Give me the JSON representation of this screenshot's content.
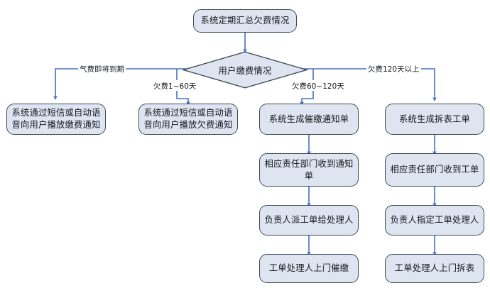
{
  "diagram": {
    "title_node": {
      "text": "系统定期汇总欠费情况"
    },
    "decision": {
      "text": "用户缴费情况"
    },
    "branch_labels": [
      {
        "id": "branch-gas-expiring",
        "text": "气费即将到期"
      },
      {
        "id": "branch-overdue-1-60",
        "text": "欠费1~60天"
      },
      {
        "id": "branch-overdue-60-120",
        "text": "欠费60~120天"
      },
      {
        "id": "branch-overdue-120-plus",
        "text": "欠费120天以上"
      }
    ],
    "columns": [
      {
        "id": "column-gas-expiring",
        "nodes": [
          {
            "id": "node-sms-payment-notice",
            "lines": [
              "系统通过短信或自动语",
              "音向用户播放缴费通知"
            ]
          }
        ]
      },
      {
        "id": "column-overdue-1-60",
        "nodes": [
          {
            "id": "node-sms-overdue-notice",
            "lines": [
              "系统通过短信或自动语",
              "音向用户播放欠费通知"
            ]
          }
        ]
      },
      {
        "id": "column-overdue-60-120",
        "nodes": [
          {
            "id": "node-generate-dunning-notice",
            "lines": [
              "系统生成催缴通知单"
            ]
          },
          {
            "id": "node-dept-receives-notice",
            "lines": [
              "相应责任部门收到通知",
              "单"
            ]
          },
          {
            "id": "node-assign-workorder-handler",
            "lines": [
              "负责人派工单给处理人"
            ]
          },
          {
            "id": "node-handler-onsite-dunning",
            "lines": [
              "工单处理人上门催缴"
            ]
          }
        ]
      },
      {
        "id": "column-overdue-120-plus",
        "nodes": [
          {
            "id": "node-generate-removal-workorder",
            "lines": [
              "系统生成拆表工单"
            ]
          },
          {
            "id": "node-dept-receives-workorder",
            "lines": [
              "相应责任部门收到工单"
            ]
          },
          {
            "id": "node-designate-workorder-handler",
            "lines": [
              "负责人指定工单处理人"
            ]
          },
          {
            "id": "node-handler-onsite-removal",
            "lines": [
              "工单处理人上门拆表"
            ]
          }
        ]
      }
    ],
    "colors": {
      "node_fill": "#dfe5f0",
      "node_border": "#3d4a57",
      "connector": "#4472c4",
      "background": "#ffffff",
      "text": "#11161c"
    }
  }
}
